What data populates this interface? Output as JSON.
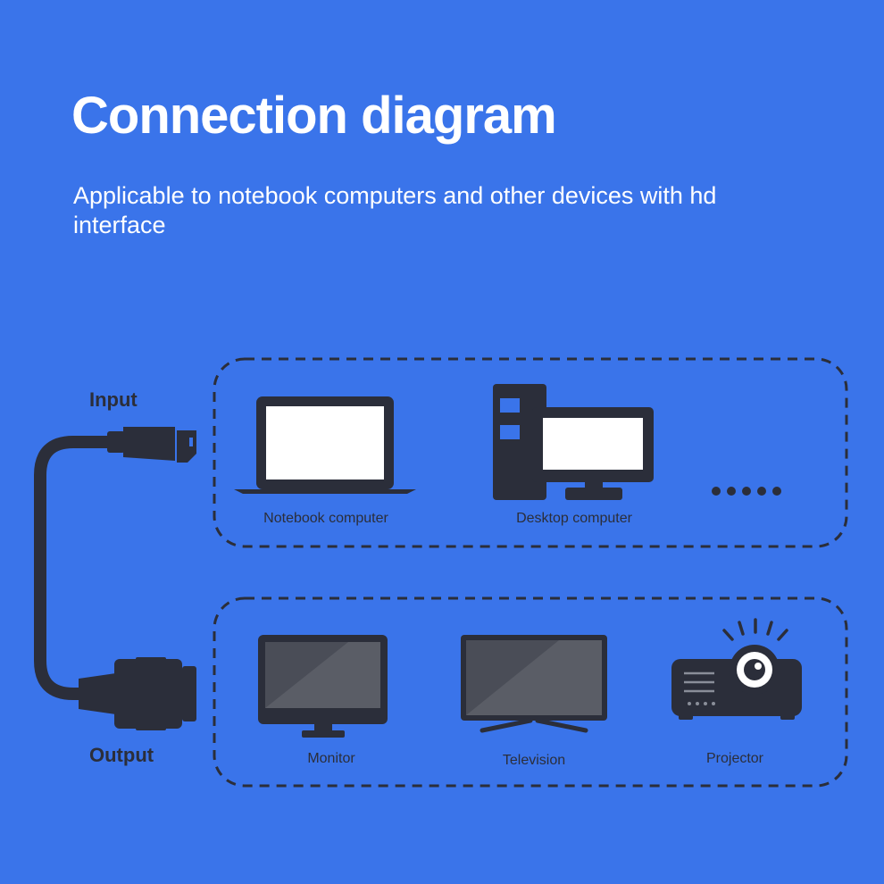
{
  "title": "Connection diagram",
  "subtitle": "Applicable to notebook computers and other devices with hd interface",
  "input_label": "Input",
  "output_label": "Output",
  "input_devices": [
    {
      "label": "Notebook computer",
      "icon": "laptop-icon"
    },
    {
      "label": "Desktop computer",
      "icon": "desktop-computer-icon"
    },
    {
      "label": "",
      "icon": "more-dots-icon"
    }
  ],
  "output_devices": [
    {
      "label": "Monitor",
      "icon": "monitor-icon"
    },
    {
      "label": "Television",
      "icon": "television-icon"
    },
    {
      "label": "Projector",
      "icon": "projector-icon"
    }
  ],
  "colors": {
    "background": "#3a74ea",
    "text": "#ffffff",
    "device": "#2b2e3a",
    "screen_light": "#ffffff",
    "screen_dark": "#4a4d57"
  }
}
